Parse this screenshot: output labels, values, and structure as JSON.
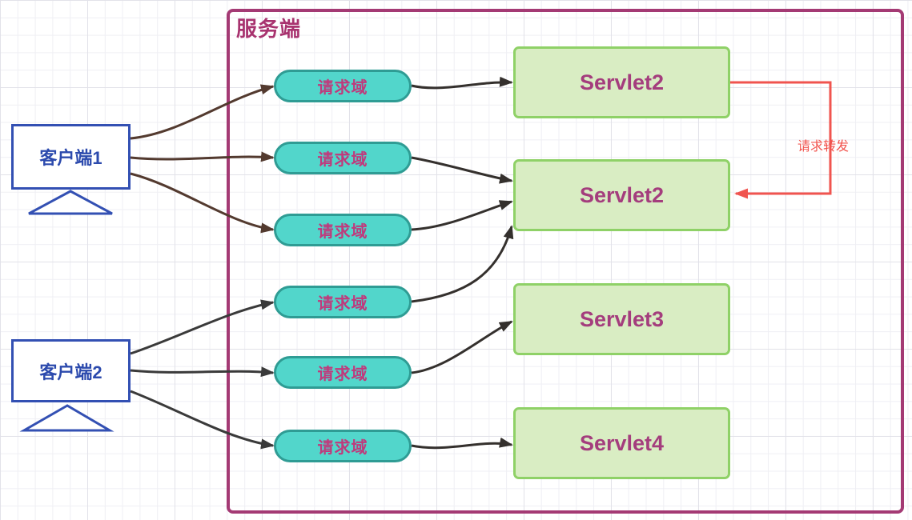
{
  "diagram": {
    "server": {
      "label": "服务端"
    },
    "clients": [
      {
        "label": "客户端1"
      },
      {
        "label": "客户端2"
      }
    ],
    "request_pills": [
      {
        "label": "请求域"
      },
      {
        "label": "请求域"
      },
      {
        "label": "请求域"
      },
      {
        "label": "请求域"
      },
      {
        "label": "请求域"
      },
      {
        "label": "请求域"
      }
    ],
    "servlets": [
      {
        "label": "Servlet2"
      },
      {
        "label": "Servlet2"
      },
      {
        "label": "Servlet3"
      },
      {
        "label": "Servlet4"
      }
    ],
    "forward": {
      "label": "请求转发"
    },
    "colors": {
      "server_border": "#a43a74",
      "server_title": "#a8336f",
      "client_border": "#3350b3",
      "client_text": "#2c4aad",
      "pill_fill": "#52d6cb",
      "pill_border": "#2f9c94",
      "pill_text": "#bf3a7c",
      "servlet_fill": "#d9edc3",
      "servlet_border": "#8fd167",
      "servlet_text": "#a43d7d",
      "client1_arrows": "#533a2f",
      "client2_arrows": "#3a3a3a",
      "pill_arrows": "#34302d",
      "forward_arrow": "#f0544f"
    }
  }
}
